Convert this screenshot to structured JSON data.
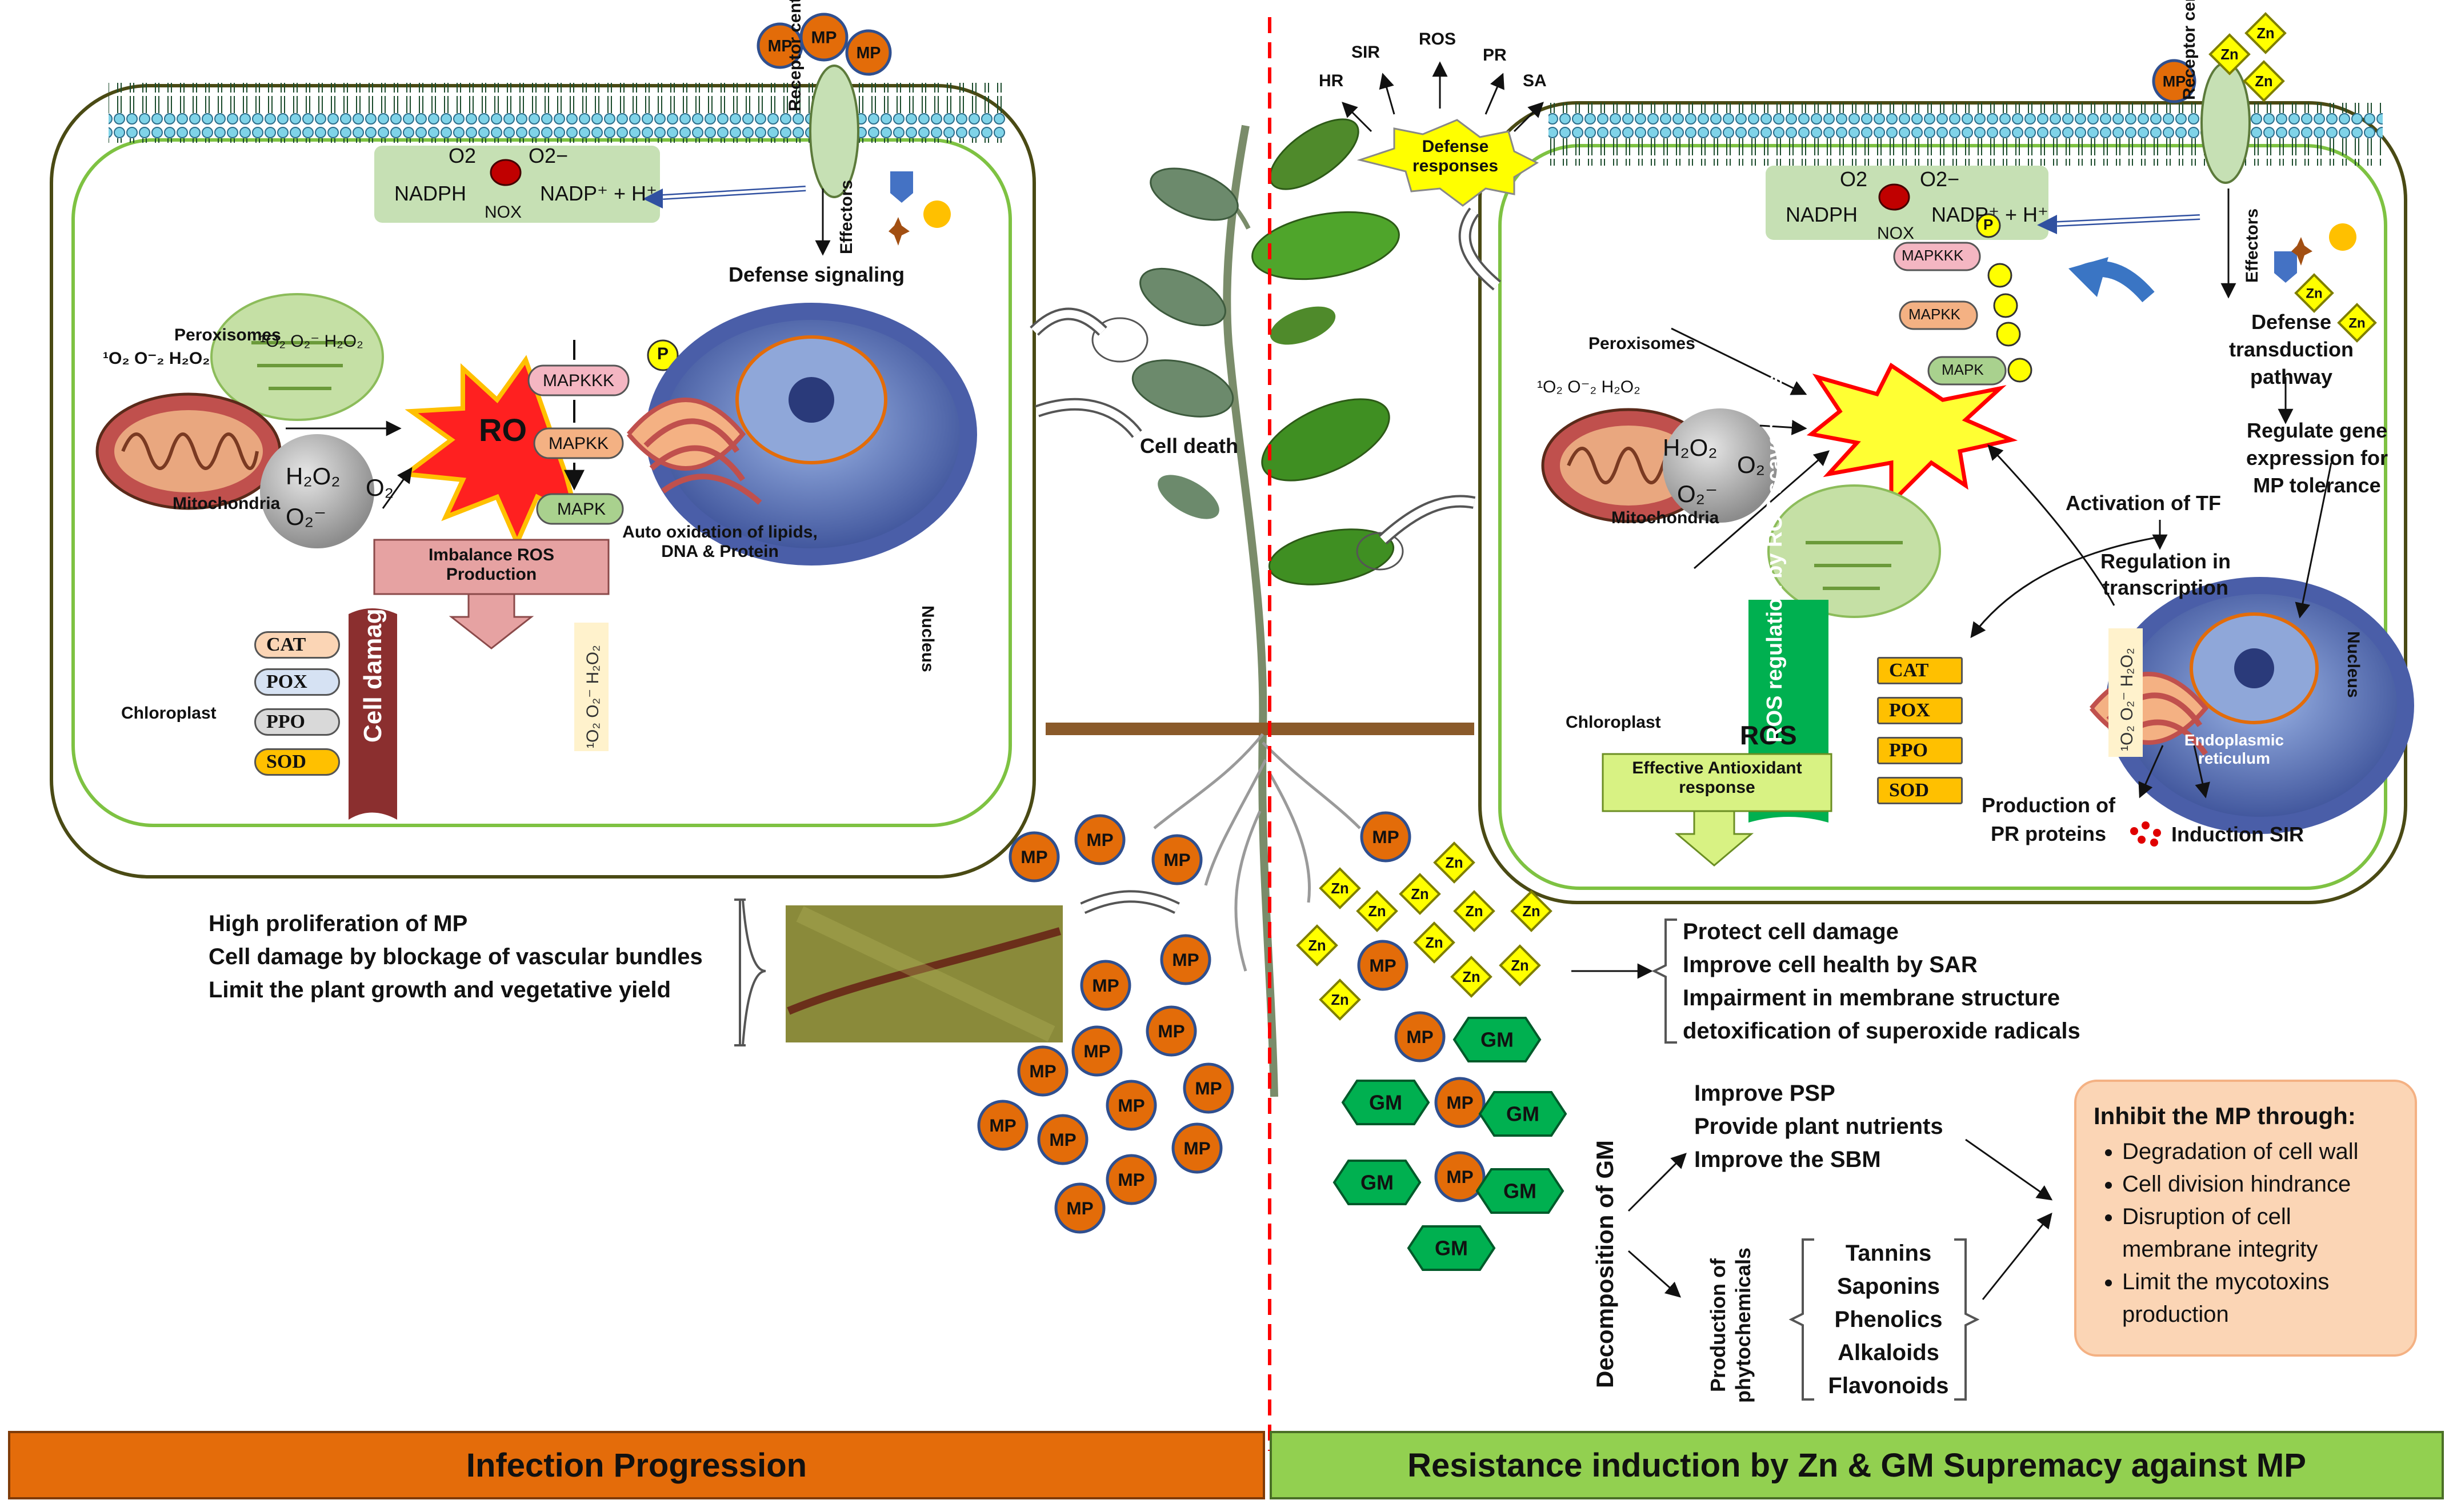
{
  "colors": {
    "infection_bar": "#e46c0a",
    "resistance_bar": "#92d050",
    "mp": "#e36c09",
    "zn": "#ffff00",
    "gm": "#00b050",
    "divider": "#ff0000",
    "inhibit_box": "#fbd5b5"
  },
  "icons": {
    "mp": "orange-circle",
    "zn": "yellow-diamond",
    "gm": "green-hexagon",
    "phospho": "yellow-p-circle",
    "cell": "rounded-rectangle",
    "membrane": "lipid-bilayer",
    "ros_burst": "starburst",
    "plant": "plant-with-roots"
  },
  "left": {
    "mp_top": [
      "MP",
      "MP",
      "MP"
    ],
    "receptor": "Receptor center",
    "nox": {
      "o2": "O2",
      "o2_radical": "O2−",
      "nadph": "NADPH",
      "nadp": "NADP⁺ + H⁺",
      "nox": "NOX"
    },
    "effectors": "Effectors",
    "defense_signaling": "Defense signaling",
    "peroxisomes": "Peroxisomes",
    "ros_species": "¹O₂  O⁻₂ H₂O₂",
    "chloro_species": "¹O₂ O₂⁻ H₂O₂",
    "mitochondria": "Mitochondria",
    "h2o2": "H₂O₂",
    "o2": "O₂",
    "o2_radical": "O₂⁻",
    "ros": "RO",
    "p": "P",
    "cascade": [
      "MAPKKK",
      "MAPKK",
      "MAPK"
    ],
    "auto_ox": "Auto oxidation of lipids, DNA & Protein",
    "imbalance": "Imbalance ROS Production",
    "nucleus": "Nucleus",
    "chloroplast": "Chloroplast",
    "enzymes": [
      "CAT",
      "POX",
      "PPO",
      "SOD"
    ],
    "cell_damage": "Cell damage",
    "ros_vertical": "¹O₂ O₂⁻ H₂O₂"
  },
  "center": {
    "cell_death": "Cell death",
    "defense_responses": "Defense responses",
    "resp_labels": [
      "HR",
      "SIR",
      "ROS",
      "PR",
      "SA"
    ]
  },
  "right": {
    "mp": "MP",
    "zn": [
      "Zn",
      "Zn",
      "Zn"
    ],
    "receptor": "Receptor center",
    "nox": {
      "o2": "O2",
      "o2_radical": "O2−",
      "nadph": "NADPH",
      "nadp": "NADP⁺ + H⁺",
      "nox": "NOX"
    },
    "cascade": [
      "MAPKKK",
      "MAPKK",
      "MAPK"
    ],
    "p": "P",
    "effectors": "Effectors",
    "defense_pathway": "Defense transduction pathway",
    "regulate_gene": "Regulate gene expression for MP tolerance",
    "peroxisomes": "Peroxisomes",
    "ros_species": "¹O₂  O⁻₂ H₂O₂",
    "mitochondria": "Mitochondria",
    "h2o2": "H₂O₂",
    "o2": "O₂",
    "o2_radical": "O₂⁻",
    "activation_tf": "Activation of TF",
    "regulation_trans": "Regulation in transcription",
    "chloroplast": "Chloroplast",
    "ros": "ROS",
    "regulation_scavengers": "ROS regulation by ROS scavengers",
    "enzymes": [
      "CAT",
      "POX",
      "PPO",
      "SOD"
    ],
    "effective": "Effective Antioxidant response",
    "nucleus": "Nucleus",
    "er": "Endoplasmic reticulum",
    "pr_proteins": "Production of PR proteins",
    "induction_sir": "Induction SIR",
    "ros_vertical": "¹O₂ O₂⁻ H₂O₂"
  },
  "infection_effects": [
    "High proliferation of MP",
    "Cell damage by blockage of vascular bundles",
    "Limit the plant growth and vegetative yield"
  ],
  "zn_effects": [
    "Protect cell damage",
    "Improve cell health by SAR",
    "Impairment in membrane structure",
    "detoxification of superoxide radicals"
  ],
  "gm_effects": [
    "Improve PSP",
    "Provide plant nutrients",
    "Improve the SBM"
  ],
  "decomposition": "Decomposition of GM",
  "phyto_label": "Production of phytochemicals",
  "phytochemicals": [
    "Tannins",
    "Saponins",
    "Phenolics",
    "Alkaloids",
    "Flavonoids"
  ],
  "inhibit": {
    "title": "Inhibit the MP through:",
    "items": [
      "Degradation of cell wall",
      "Cell division hindrance",
      "Disruption of cell membrane integrity",
      "Limit the mycotoxins production"
    ]
  },
  "labels": {
    "mp": "MP",
    "zn": "Zn",
    "gm": "GM"
  },
  "footer": {
    "left": "Infection Progression",
    "right": "Resistance induction by Zn & GM Supremacy against MP"
  }
}
